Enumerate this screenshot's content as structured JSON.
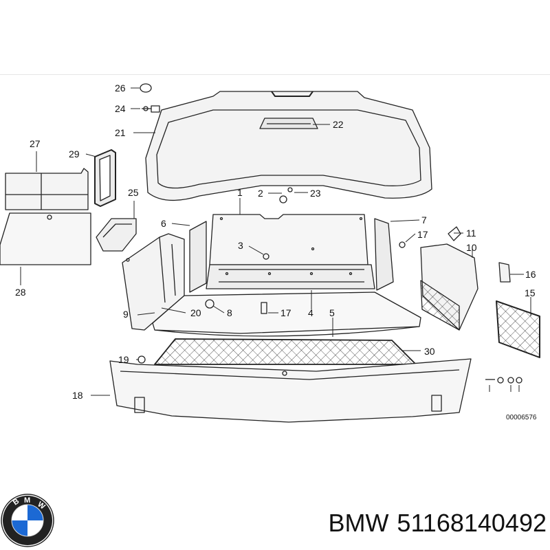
{
  "brand": "BMW",
  "part_number": "51168140492",
  "diagram_ref": "00006576",
  "callouts": {
    "c1": "1",
    "c2": "2",
    "c3": "3",
    "c4": "4",
    "c5": "5",
    "c6": "6",
    "c7": "7",
    "c8": "8",
    "c9": "9",
    "c10": "10",
    "c11": "11",
    "c15": "15",
    "c16": "16",
    "c17a": "17",
    "c17b": "17",
    "c18": "18",
    "c19": "19",
    "c20": "20",
    "c21": "21",
    "c22": "22",
    "c23": "23",
    "c24": "24",
    "c25": "25",
    "c26": "26",
    "c27": "27",
    "c28": "28",
    "c29": "29",
    "c30": "30"
  },
  "colors": {
    "logo_blue": "#1c69d4",
    "logo_ring": "#222222",
    "line": "#222222"
  }
}
